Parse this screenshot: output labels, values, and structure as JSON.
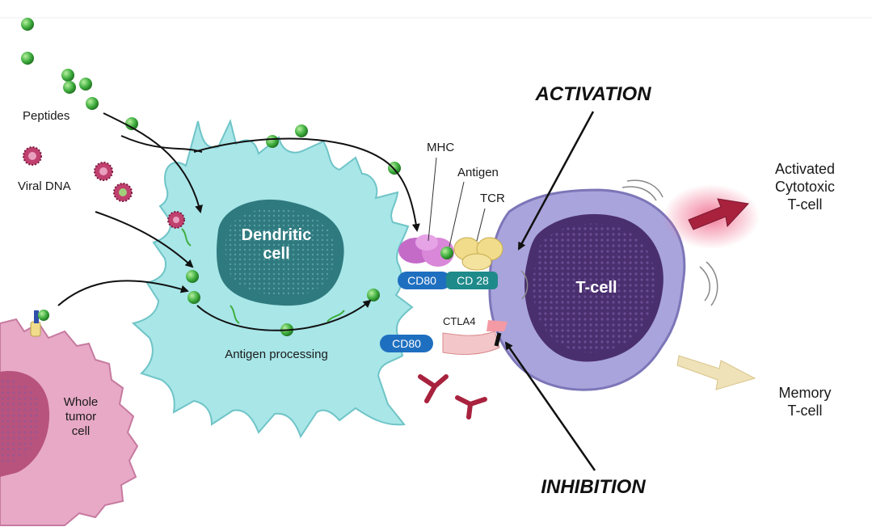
{
  "labels": {
    "peptides": "Peptides",
    "viral_dna": "Viral DNA",
    "dendritic_line1": "Dendritic",
    "dendritic_line2": "cell",
    "antigen_processing": "Antigen processing",
    "whole_line1": "Whole",
    "whole_line2": "tumor",
    "whole_line3": "cell",
    "mhc": "MHC",
    "antigen": "Antigen",
    "tcr": "TCR",
    "cd80_top": "CD80",
    "cd28": "CD 28",
    "ctla4": "CTLA4",
    "cd80_bottom": "CD80",
    "tcell": "T-cell",
    "activation": "ACTIVATION",
    "inhibition": "INHIBITION",
    "activated_line1": "Activated",
    "activated_line2": "Cytotoxic",
    "activated_line3": "T-cell",
    "memory_line1": "Memory",
    "memory_line2": "T-cell"
  },
  "colors": {
    "peptide": "#3fae3f",
    "dendritic_body": "#a8e6e8",
    "dendritic_nucleus": "#2f7a7f",
    "tcell_body": "#a9a4dc",
    "tcell_nucleus": "#4a2f6e",
    "tumor_body": "#e7a9c6",
    "mhc": "#c46bc8",
    "tcr": "#f0dc8a",
    "cd80": "#1f6fc0",
    "cd28": "#1f8a8a",
    "antibody": "#a8223e",
    "activated_arrow": "#a8223e",
    "memory_arrow": "#f0e2b8"
  }
}
